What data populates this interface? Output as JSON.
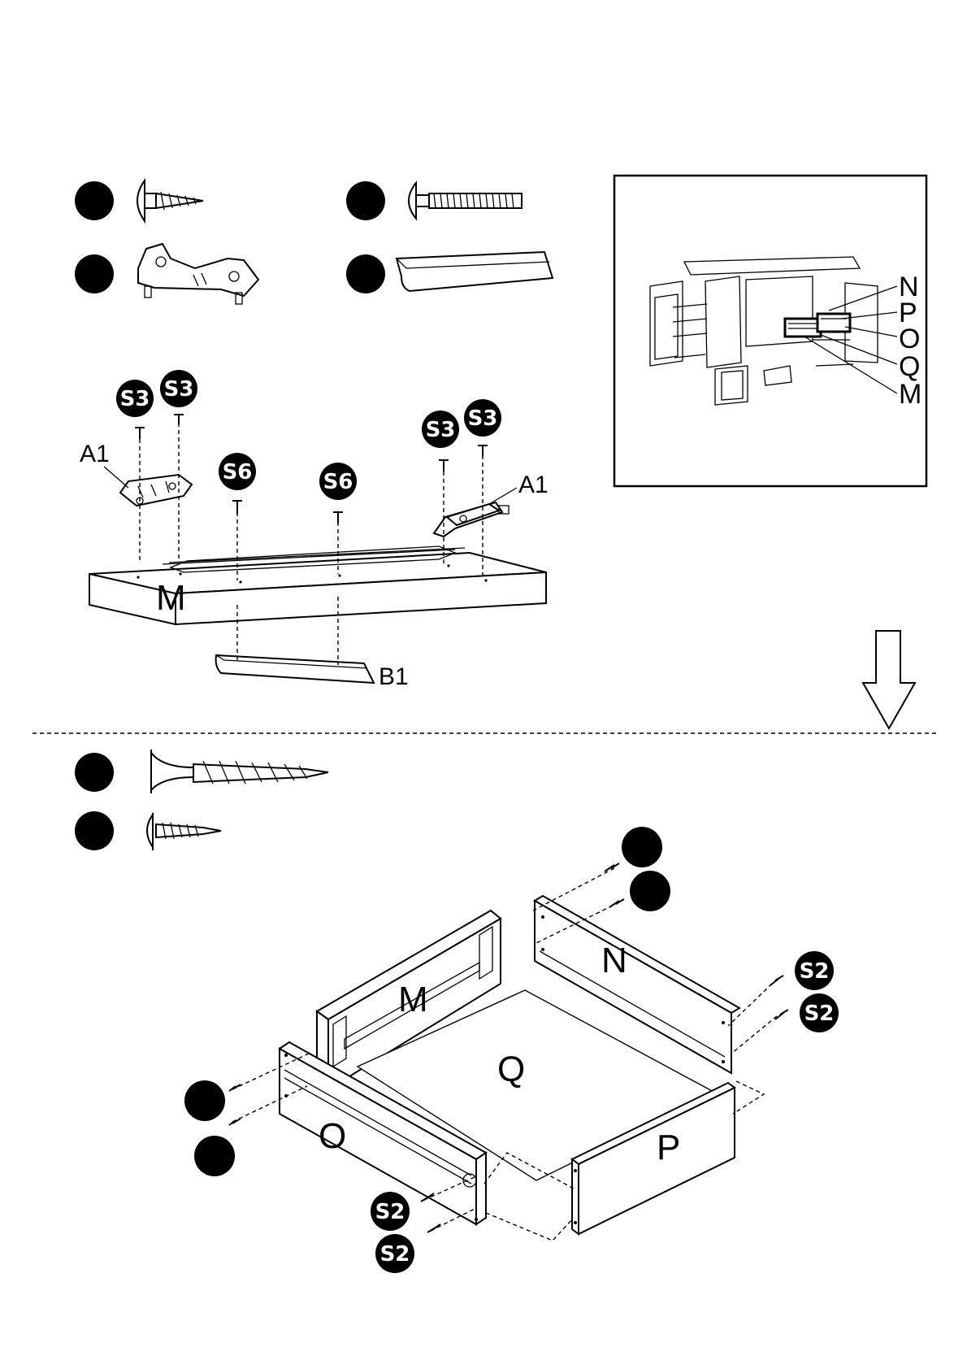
{
  "legend_top": {
    "badges": [
      "",
      "",
      "",
      ""
    ]
  },
  "inset": {
    "labels": [
      "N",
      "P",
      "O",
      "Q",
      "M"
    ]
  },
  "step1": {
    "part_m": "M",
    "part_a1_left": "A1",
    "part_a1_right": "A1",
    "part_b1": "B1",
    "screw_badges": {
      "s3_a": "S3",
      "s3_b": "S3",
      "s3_c": "S3",
      "s3_d": "S3",
      "s6_a": "S6",
      "s6_b": "S6"
    }
  },
  "legend_bottom": {
    "badges": [
      "",
      ""
    ]
  },
  "step2": {
    "part_m": "M",
    "part_n": "N",
    "part_q": "Q",
    "part_o": "O",
    "part_p": "P",
    "screw_badges": {
      "s2_a": "S2",
      "s2_b": "S2",
      "s2_c": "S2",
      "s2_d": "S2"
    }
  }
}
